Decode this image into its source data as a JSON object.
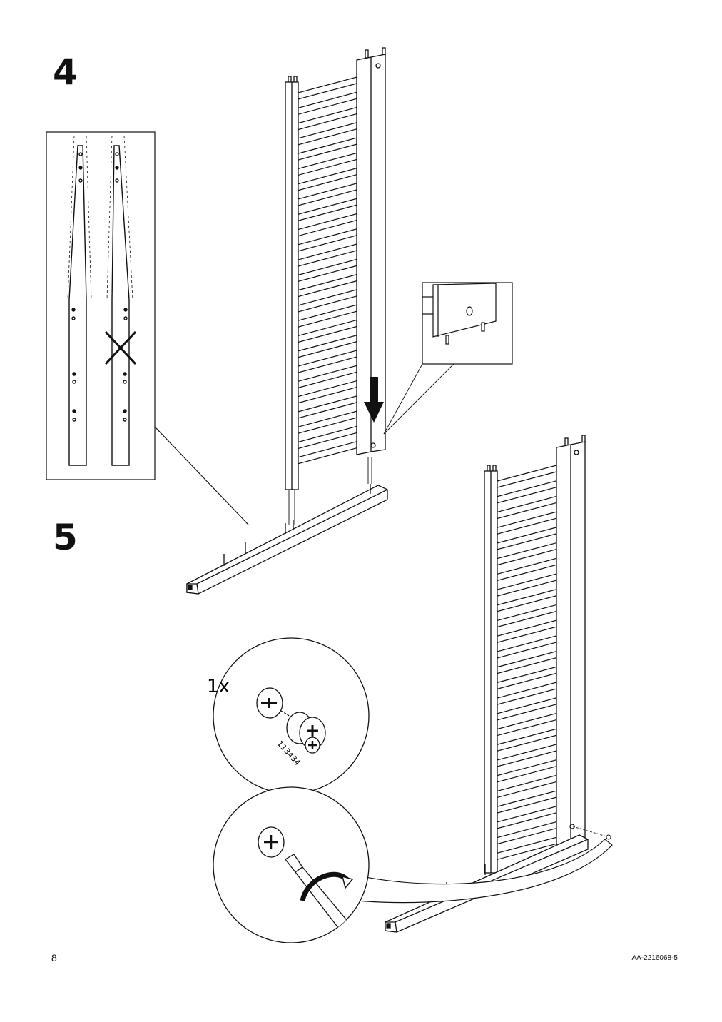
{
  "steps": [
    {
      "number": "4"
    },
    {
      "number": "5"
    }
  ],
  "hardware": {
    "quantity": "1x",
    "part_number": "113434"
  },
  "footer": {
    "page_number": "8",
    "document_code": "AA-2216068-5"
  }
}
